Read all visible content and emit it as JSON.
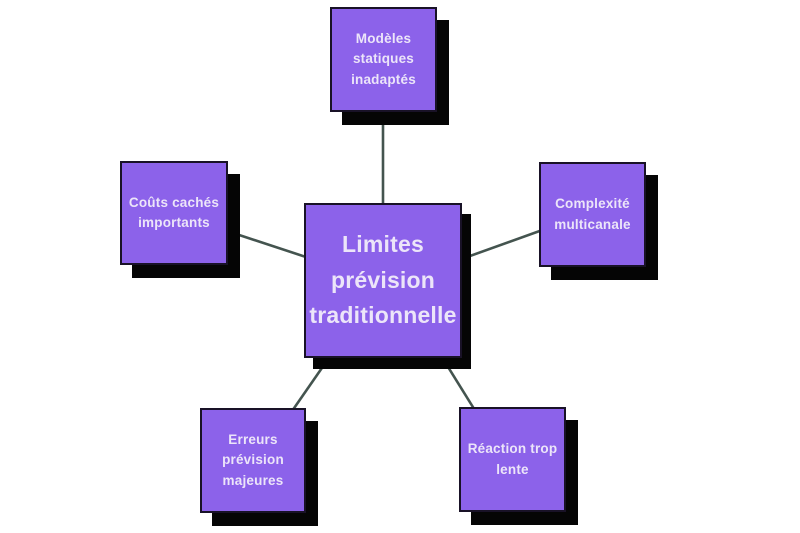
{
  "diagram": {
    "title": "Limites prévision traditionnelle",
    "center_node": {
      "id": "center",
      "label": "Limites prévision traditionnelle"
    },
    "satellite_nodes": [
      {
        "id": "top",
        "label": "Modèles statiques inadaptés"
      },
      {
        "id": "left",
        "label": "Coûts cachés importants"
      },
      {
        "id": "right",
        "label": "Complexité multicanale"
      },
      {
        "id": "bottom-left",
        "label": "Erreurs prévision majeures"
      },
      {
        "id": "bottom-right",
        "label": "Réaction trop lente"
      }
    ],
    "edges": [
      {
        "from": "center",
        "to": "top"
      },
      {
        "from": "center",
        "to": "left"
      },
      {
        "from": "center",
        "to": "right"
      },
      {
        "from": "center",
        "to": "bottom-left"
      },
      {
        "from": "center",
        "to": "bottom-right"
      }
    ],
    "colors": {
      "background": "#ffffff",
      "node_fill": "#8c62ea",
      "node_border": "#191227",
      "node_shadow": "#050505",
      "node_text": "#ece5f9",
      "connector": "#44544f"
    }
  }
}
